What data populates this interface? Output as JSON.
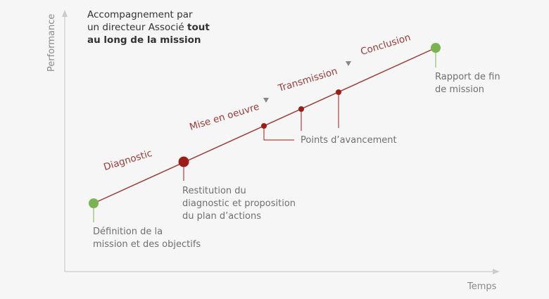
{
  "axes": {
    "y_label": "Performance",
    "x_label": "Temps"
  },
  "header": {
    "line1": "Accompagnement par",
    "line2_normal": "un directeur Associé ",
    "line2_bold": "tout",
    "line3_bold": "au long de la mission"
  },
  "phases": {
    "diagnostic": "Diagnostic",
    "mise_en_oeuvre": "Mise en oeuvre",
    "transmission": "Transmission",
    "conclusion": "Conclusion"
  },
  "milestones": {
    "definition": [
      "Définition de la",
      "mission et des objectifs"
    ],
    "restitution": [
      "Restitution du",
      "diagnostic et proposition",
      "du plan d’actions"
    ],
    "points": "Points d’avancement",
    "rapport": [
      "Rapport de fin",
      "de mission"
    ]
  },
  "colors": {
    "line": "#9c3a35",
    "milestone_dark": "#9a1d18",
    "milestone_green": "#7ab450",
    "axis": "#cccccc",
    "text": "#6f6f6f"
  }
}
